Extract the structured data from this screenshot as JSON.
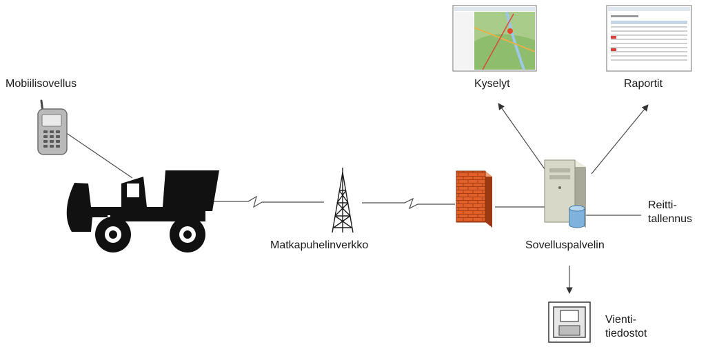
{
  "labels": {
    "mobile_app": "Mobiilisovellus",
    "cellular_network": "Matkapuhelinverkko",
    "app_server": "Sovelluspalvelin",
    "queries": "Kyselyt",
    "reports": "Raportit",
    "route_storage_line1": "Reitti-",
    "route_storage_line2": "tallennus",
    "export_files_line1": "Vienti-",
    "export_files_line2": "tiedostot"
  },
  "colors": {
    "line": "#4a4a4a",
    "truck": "#111111",
    "firewall": "#e0622a",
    "server": "#d8d8c8",
    "database": "#7fb2dd",
    "map_green": "#a9cc8a",
    "map_water": "#9cc7e6"
  },
  "icons": {
    "phone": "mobile-phone-icon",
    "truck": "snowplow-truck-icon",
    "tower": "cell-tower-icon",
    "firewall": "firewall-icon",
    "server": "server-icon",
    "database": "database-icon",
    "map_screen": "map-screenshot-icon",
    "report_screen": "report-screenshot-icon",
    "floppy": "floppy-disk-icon"
  }
}
